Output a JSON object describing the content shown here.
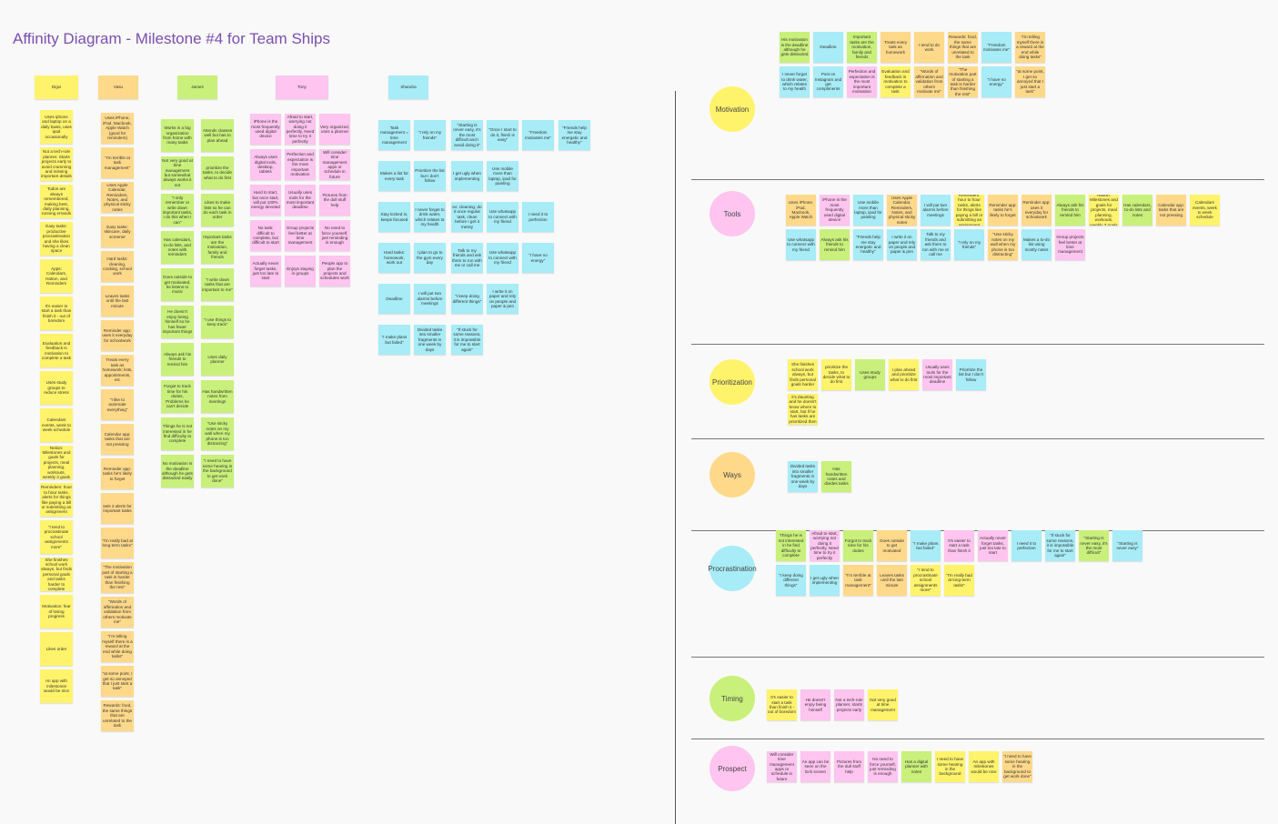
{
  "board": {
    "title": "Affinity Diagram - Milestone #4 for Team Ships"
  },
  "columns": [
    {
      "name": "Digvi",
      "color": "yellow"
    },
    {
      "name": "Vasu",
      "color": "orange"
    },
    {
      "name": "James",
      "color": "green"
    },
    {
      "name": "Tony",
      "color": "pink"
    },
    {
      "name": "Shandra",
      "color": "blue"
    }
  ],
  "notes": {
    "digvi": [
      "Uses iphone and laptop on a daily basis, uses ipad occasionally",
      "Not a tech-rule planner. Starts projects early to avoid cramming and missing important details",
      "Todos are always remembered, making best, daily planning, running errands",
      "Easy tasks: productive procrastination and she likes having a clean space",
      "Apps: Calendars, Notion, and Reminders",
      "It's easier to start a task than finish it - out of boredom",
      "Evaluation and feedback is motivation to complete a task",
      "Uses study groups to reduce stress",
      "Calendars events, week to week schedule",
      "Notion: Milestones and goals for projects, meal planning, workouts, weekly 3 goals",
      "Reminders: hour to hour tasks, alerts for things like paying a bill or submitting an assignment",
      "\"I tend to procrastinate school assignments more\"",
      "She finishes school work always, but finds personal goals and tasks harder to complete",
      "Motivation: fear of losing progress",
      "Likes order",
      "An app with milestones would be nice"
    ],
    "vasu": [
      "Uses iPhone, iPad, Macbook, Apple Watch (good for reminders)",
      "\"I'm terrible at task management\"",
      "Uses Apple Calendar, Reminders, Notes, and physical sticky notes",
      "Easy tasks: skincare, daily screener",
      "Hard tasks: cleaning, cooking, school work",
      "Leaves tasks until the last minute",
      "Reminder app: uses it everyday for schoolwork",
      "Treats every task as homework: lists, appointments, etc",
      "\"I like to automate everything\"",
      "Calendar app: tasks that are not pressing",
      "Reminder app: tasks he's likely to forget",
      "sets 2 alerts for important tasks",
      "\"I'm really bad at long-term tasks\"",
      "\"The motivation part of starting a task is harder than finishing the rest\"",
      "\"Words of affirmation and validation from others motivate me\"",
      "\"I'm telling myself there is a reward at the end while doing tasks\"",
      "\"at some point, I get so annoyed that I just start a task\"",
      "Rewards: food, the same things that are unrelated to the task"
    ],
    "james": [
      "Works in a big organization from home with many tasks",
      "Not very good at time management but somewhat always works it out",
      "\"I only remember or write down important tasks, I do this when I can\"",
      "Has calendars, to-do lists, and notes with reminders",
      "Goes outside to get motivated, he listens to music",
      "He doesn't enjoy being himself so he has fewer important things",
      "Always ask his friends to remind him",
      "Forgot to track time for his duties, Problems he can't decide",
      "Things he is not interested in he find difficulty to complete",
      "No motivation is the deadline although he gets distracted easily",
      "Attends classes well but has to plan ahead",
      "prioritize the tasks, to decide what to do first",
      "Likes to make lists so he can do each task in order",
      "Important tasks are the motivation, family and friends",
      "\"I write down tasks that are important to me\"",
      "\"I use things to keep track\"",
      "Uses daily planner",
      "Has handwritten notes from meetings",
      "\"Use sticky notes on my wall when my phone is too distracting\"",
      "\"I need to have some hearing in the background to get work done\""
    ],
    "tony": [
      "iPhone is the most frequently used digital device",
      "Always uses digital tools, desktop, tablets",
      "Hard to start, but once start, will put 100% energy devoted",
      "No task: difficult to complete, but difficult to start",
      "Actually never forget tasks, just too late to start",
      "Afraid to start, worrying not doing it perfectly, Need time to try it perfectly",
      "Perfection and expectation is the most important motivation",
      "Usually uses tools for the most important deadline",
      "Group projects feel better at time management",
      "Enjoys staying in groups",
      "Very organized, uses a planner",
      "Will consider time management apps or schedule in future",
      "Pictures from the dull stuff help",
      "No need to force yourself, just reminding is enough",
      "People app to plan the projects and schedules work"
    ],
    "shandra": [
      "Task management = time management",
      "\"I rely on my friends\"",
      "\"Starting is never easy, it's the most difficult and I avoid doing it\"",
      "\"Once I start to do it, finish is easy\"",
      "\"Freedom motivates me\"",
      "\"Friends help me stay energetic and healthy\"",
      "Makes a list for every task",
      "Prioritize the list but I don't follow",
      "I get ugly when implementing",
      "Use mobile more than laptop, ipad for painting",
      "Stay locked in, keeps focused",
      "I never forget to drink water, which relates to my health",
      "ex: cleaning, do it once regular task, clean before I get it messy",
      "Use whatsapp to connect with my friend",
      "I need it to perfection",
      "Hard tasks: homework, work out",
      "I plan to go to the gym every day",
      "Talk to my friends and ask them to run with me or call me",
      "Use whatsapp to connect with my friend",
      "\"I have no energy\"",
      "Deadline",
      "I will put two alarms before meetings",
      "\"I keep doing different things\"",
      "I write it on paper and rely on people and paper & pen",
      "\"I make plans but failed\"",
      "Divided tasks into smaller fragments in one week by days",
      "\"If stuck for some reasons, it is impossible for me to start again\""
    ]
  },
  "categories": [
    {
      "label": "Motivation",
      "color": "yellow"
    },
    {
      "label": "Tools",
      "color": "pink"
    },
    {
      "label": "Prioritization",
      "color": "yellow"
    },
    {
      "label": "Ways",
      "color": "orange"
    },
    {
      "label": "Procrastination",
      "color": "blue"
    },
    {
      "label": "Timing",
      "color": "green"
    },
    {
      "label": "Prospect",
      "color": "pink"
    }
  ],
  "clusters": {
    "motivation": [
      {
        "t": "His motivation is the deadline although he gets distracted",
        "c": "green"
      },
      {
        "t": "Deadline",
        "c": "blue"
      },
      {
        "t": "Important tasks are the motivation, family and friends",
        "c": "green"
      },
      {
        "t": "Treats every task as homework",
        "c": "orange"
      },
      {
        "t": "I tend to do work",
        "c": "orange"
      },
      {
        "t": "Rewards: food, the same things that are unrelated to the task",
        "c": "orange"
      },
      {
        "t": "\"Freedom motivates me\"",
        "c": "blue"
      },
      {
        "t": "\"I'm telling myself there is a reward at the end while doing tasks\"",
        "c": "orange"
      },
      {
        "t": "I never forget to drink water, which relates to my health",
        "c": "blue"
      },
      {
        "t": "Post on Instagram and get compliments",
        "c": "blue"
      },
      {
        "t": "Perfection and expectation is the most important motivation",
        "c": "pink"
      },
      {
        "t": "Evaluation and feedback is motivation to complete a task",
        "c": "yellow"
      },
      {
        "t": "\"Words of affirmation and validation from others motivate me\"",
        "c": "orange"
      },
      {
        "t": "\"The motivation part of starting a task is harder than finishing the rest\"",
        "c": "orange"
      },
      {
        "t": "\"I have no energy\"",
        "c": "blue"
      },
      {
        "t": "\"at some point, I get so annoyed that I just start a task\"",
        "c": "orange"
      }
    ],
    "tools": [
      {
        "t": "Uses iPhone, iPad, Macbook, Apple Watch",
        "c": "orange"
      },
      {
        "t": "iPhone is the most frequently used digital device",
        "c": "pink"
      },
      {
        "t": "Use mobile more than laptop, ipad for painting",
        "c": "blue"
      },
      {
        "t": "Uses Apple Calendar, Reminders, Notes, and physical sticky notes",
        "c": "orange"
      },
      {
        "t": "I will put two alarms before meetings",
        "c": "blue"
      },
      {
        "t": "Reminders: hour to hour tasks, alerts for things like paying a bill or submitting an assignment",
        "c": "yellow"
      },
      {
        "t": "Reminder app: tasks he's likely to forget",
        "c": "orange"
      },
      {
        "t": "Reminder app: uses it everyday for schoolwork",
        "c": "orange"
      },
      {
        "t": "Always ask his friends to remind him",
        "c": "green"
      },
      {
        "t": "Notion: Milestones and goals for projects, meal planning, workouts, weekly 3 goals",
        "c": "yellow"
      },
      {
        "t": "Has calendars, to-do lists and notes",
        "c": "green"
      },
      {
        "t": "Calendar app: tasks that are not pressing",
        "c": "orange"
      },
      {
        "t": "Calendars events, week to week schedule",
        "c": "yellow"
      },
      {
        "t": "Use whatsapp to connect with my friend",
        "c": "blue"
      },
      {
        "t": "Always ask his friends to remind him",
        "c": "green"
      },
      {
        "t": "\"Friends help me stay energetic and healthy\"",
        "c": "blue"
      },
      {
        "t": "I write it on paper and rely on people and paper & pen",
        "c": "blue"
      },
      {
        "t": "Talk to my friends and ask them to run with me or call me",
        "c": "blue"
      },
      {
        "t": "\"I rely on my friends\"",
        "c": "blue"
      },
      {
        "t": "\"Use sticky notes on my wall when my phone is too distracting\"",
        "c": "orange"
      },
      {
        "t": "Makes a to-do list using mostly notes",
        "c": "blue"
      },
      {
        "t": "Group projects feel better at time management",
        "c": "pink"
      }
    ],
    "prioritization": [
      {
        "t": "She finishes school work always, but finds personal goals harder",
        "c": "yellow"
      },
      {
        "t": "prioritize the tasks, to decide what to do first",
        "c": "yellow"
      },
      {
        "t": "Uses study groups",
        "c": "green"
      },
      {
        "t": "I plan ahead and prioritize what to do first",
        "c": "yellow"
      },
      {
        "t": "Usually uses tools for the most important deadline",
        "c": "pink"
      },
      {
        "t": "Prioritize the list but I don't follow",
        "c": "blue"
      },
      {
        "t": "When he looks at a long list it's daunting and he doesn't know where to start, but if he has tasks are prioritized then it's easier to start",
        "c": "yellow"
      }
    ],
    "ways": [
      {
        "t": "Divided tasks into smaller fragments in one week by days",
        "c": "blue"
      },
      {
        "t": "Has handwritten notes and divides tasks",
        "c": "green"
      }
    ],
    "procrastination": [
      {
        "t": "Things he is not interested in he find difficulty to complete",
        "c": "green"
      },
      {
        "t": "Afraid to start, worrying not doing it perfectly, Need time to try it perfectly",
        "c": "pink"
      },
      {
        "t": "Forgot to track time for his duties",
        "c": "green"
      },
      {
        "t": "Goes outside to get motivated",
        "c": "orange"
      },
      {
        "t": "\"I make plans but failed\"",
        "c": "blue"
      },
      {
        "t": "It's easier to start a task than finish it",
        "c": "pink"
      },
      {
        "t": "Actually never forget tasks, just too late to start",
        "c": "pink"
      },
      {
        "t": "I need it to perfection",
        "c": "blue"
      },
      {
        "t": "\"If stuck for some reasons, it is impossible for me to start again\"",
        "c": "blue"
      },
      {
        "t": "\"Starting is never easy, it's the most difficult\"",
        "c": "green"
      },
      {
        "t": "\"Starting is never easy\"",
        "c": "blue"
      },
      {
        "t": "\"I keep doing different things\"",
        "c": "blue"
      },
      {
        "t": "I get ugly when implementing",
        "c": "blue"
      },
      {
        "t": "\"I'm terrible at task management\"",
        "c": "orange"
      },
      {
        "t": "Leaves tasks until the last minute",
        "c": "orange"
      },
      {
        "t": "\"I tend to procrastinate school assignments more\"",
        "c": "yellow"
      },
      {
        "t": "\"I'm really bad at long-term tasks\"",
        "c": "yellow"
      }
    ],
    "timing": [
      {
        "t": "It's easier to start a task than finish it - out of boredom",
        "c": "yellow"
      },
      {
        "t": "He doesn't enjoy being himself",
        "c": "pink"
      },
      {
        "t": "Not a tech-rule planner, starts projects early",
        "c": "pink"
      },
      {
        "t": "Not very good at time management",
        "c": "yellow"
      }
    ],
    "prospect": [
      {
        "t": "Will consider time management apps or schedule in future",
        "c": "pink"
      },
      {
        "t": "An app can be seen on the lock screen",
        "c": "pink"
      },
      {
        "t": "Pictures from the dull stuff help",
        "c": "pink"
      },
      {
        "t": "No need to force yourself, just reminding is enough",
        "c": "pink"
      },
      {
        "t": "Has a digital planner with notes",
        "c": "green"
      },
      {
        "t": "I need to have some hearing in the background",
        "c": "yellow"
      },
      {
        "t": "An app with milestones would be nice",
        "c": "yellow"
      },
      {
        "t": "\"I need to have some hearing in the background to get work done\"",
        "c": "orange"
      }
    ]
  }
}
